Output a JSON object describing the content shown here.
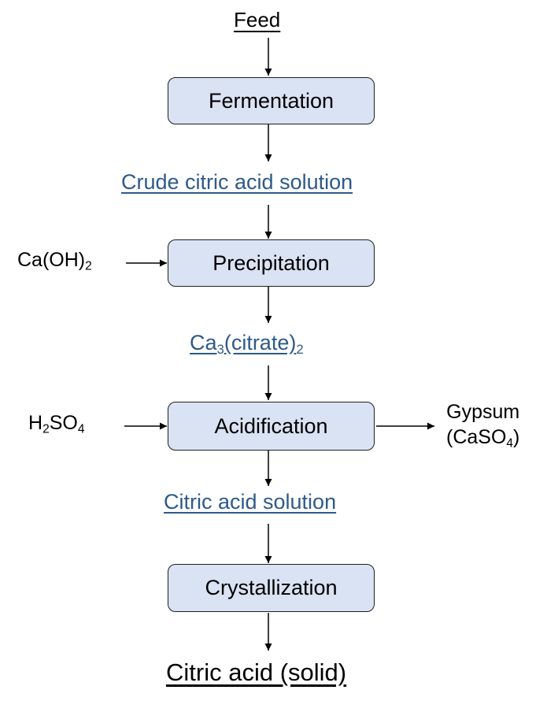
{
  "feed": "Feed",
  "steps": {
    "fermentation": "Fermentation",
    "precipitation": "Precipitation",
    "acidification": "Acidification",
    "crystallization": "Crystallization"
  },
  "streams": {
    "crude": "Crude citric acid solution",
    "ca3_base": "Ca",
    "ca3_sub": "3",
    "ca3_mid": "(citrate)",
    "ca3_sub2": "2",
    "citric_solution": "Citric acid solution"
  },
  "inputs": {
    "caoh_base": "Ca(OH)",
    "caoh_sub": "2",
    "h2so4_h": "H",
    "h2so4_sub1": "2",
    "h2so4_so": "SO",
    "h2so4_sub2": "4"
  },
  "outputs": {
    "gypsum": "Gypsum",
    "caso4_open": "(CaSO",
    "caso4_sub": "4",
    "caso4_close": ")"
  },
  "product": "Citric acid (solid)",
  "colors": {
    "box_fill": "#dae3f3",
    "stream_text": "#2e5a88"
  }
}
